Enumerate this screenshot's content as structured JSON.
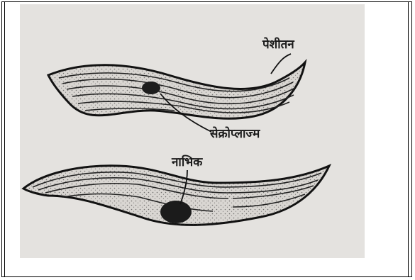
{
  "diagram": {
    "labels": {
      "sarcolemma": "पेशीतन",
      "sarcoplasm": "सेक्रोप्लाज्म",
      "nucleus": "नाभिक"
    }
  }
}
